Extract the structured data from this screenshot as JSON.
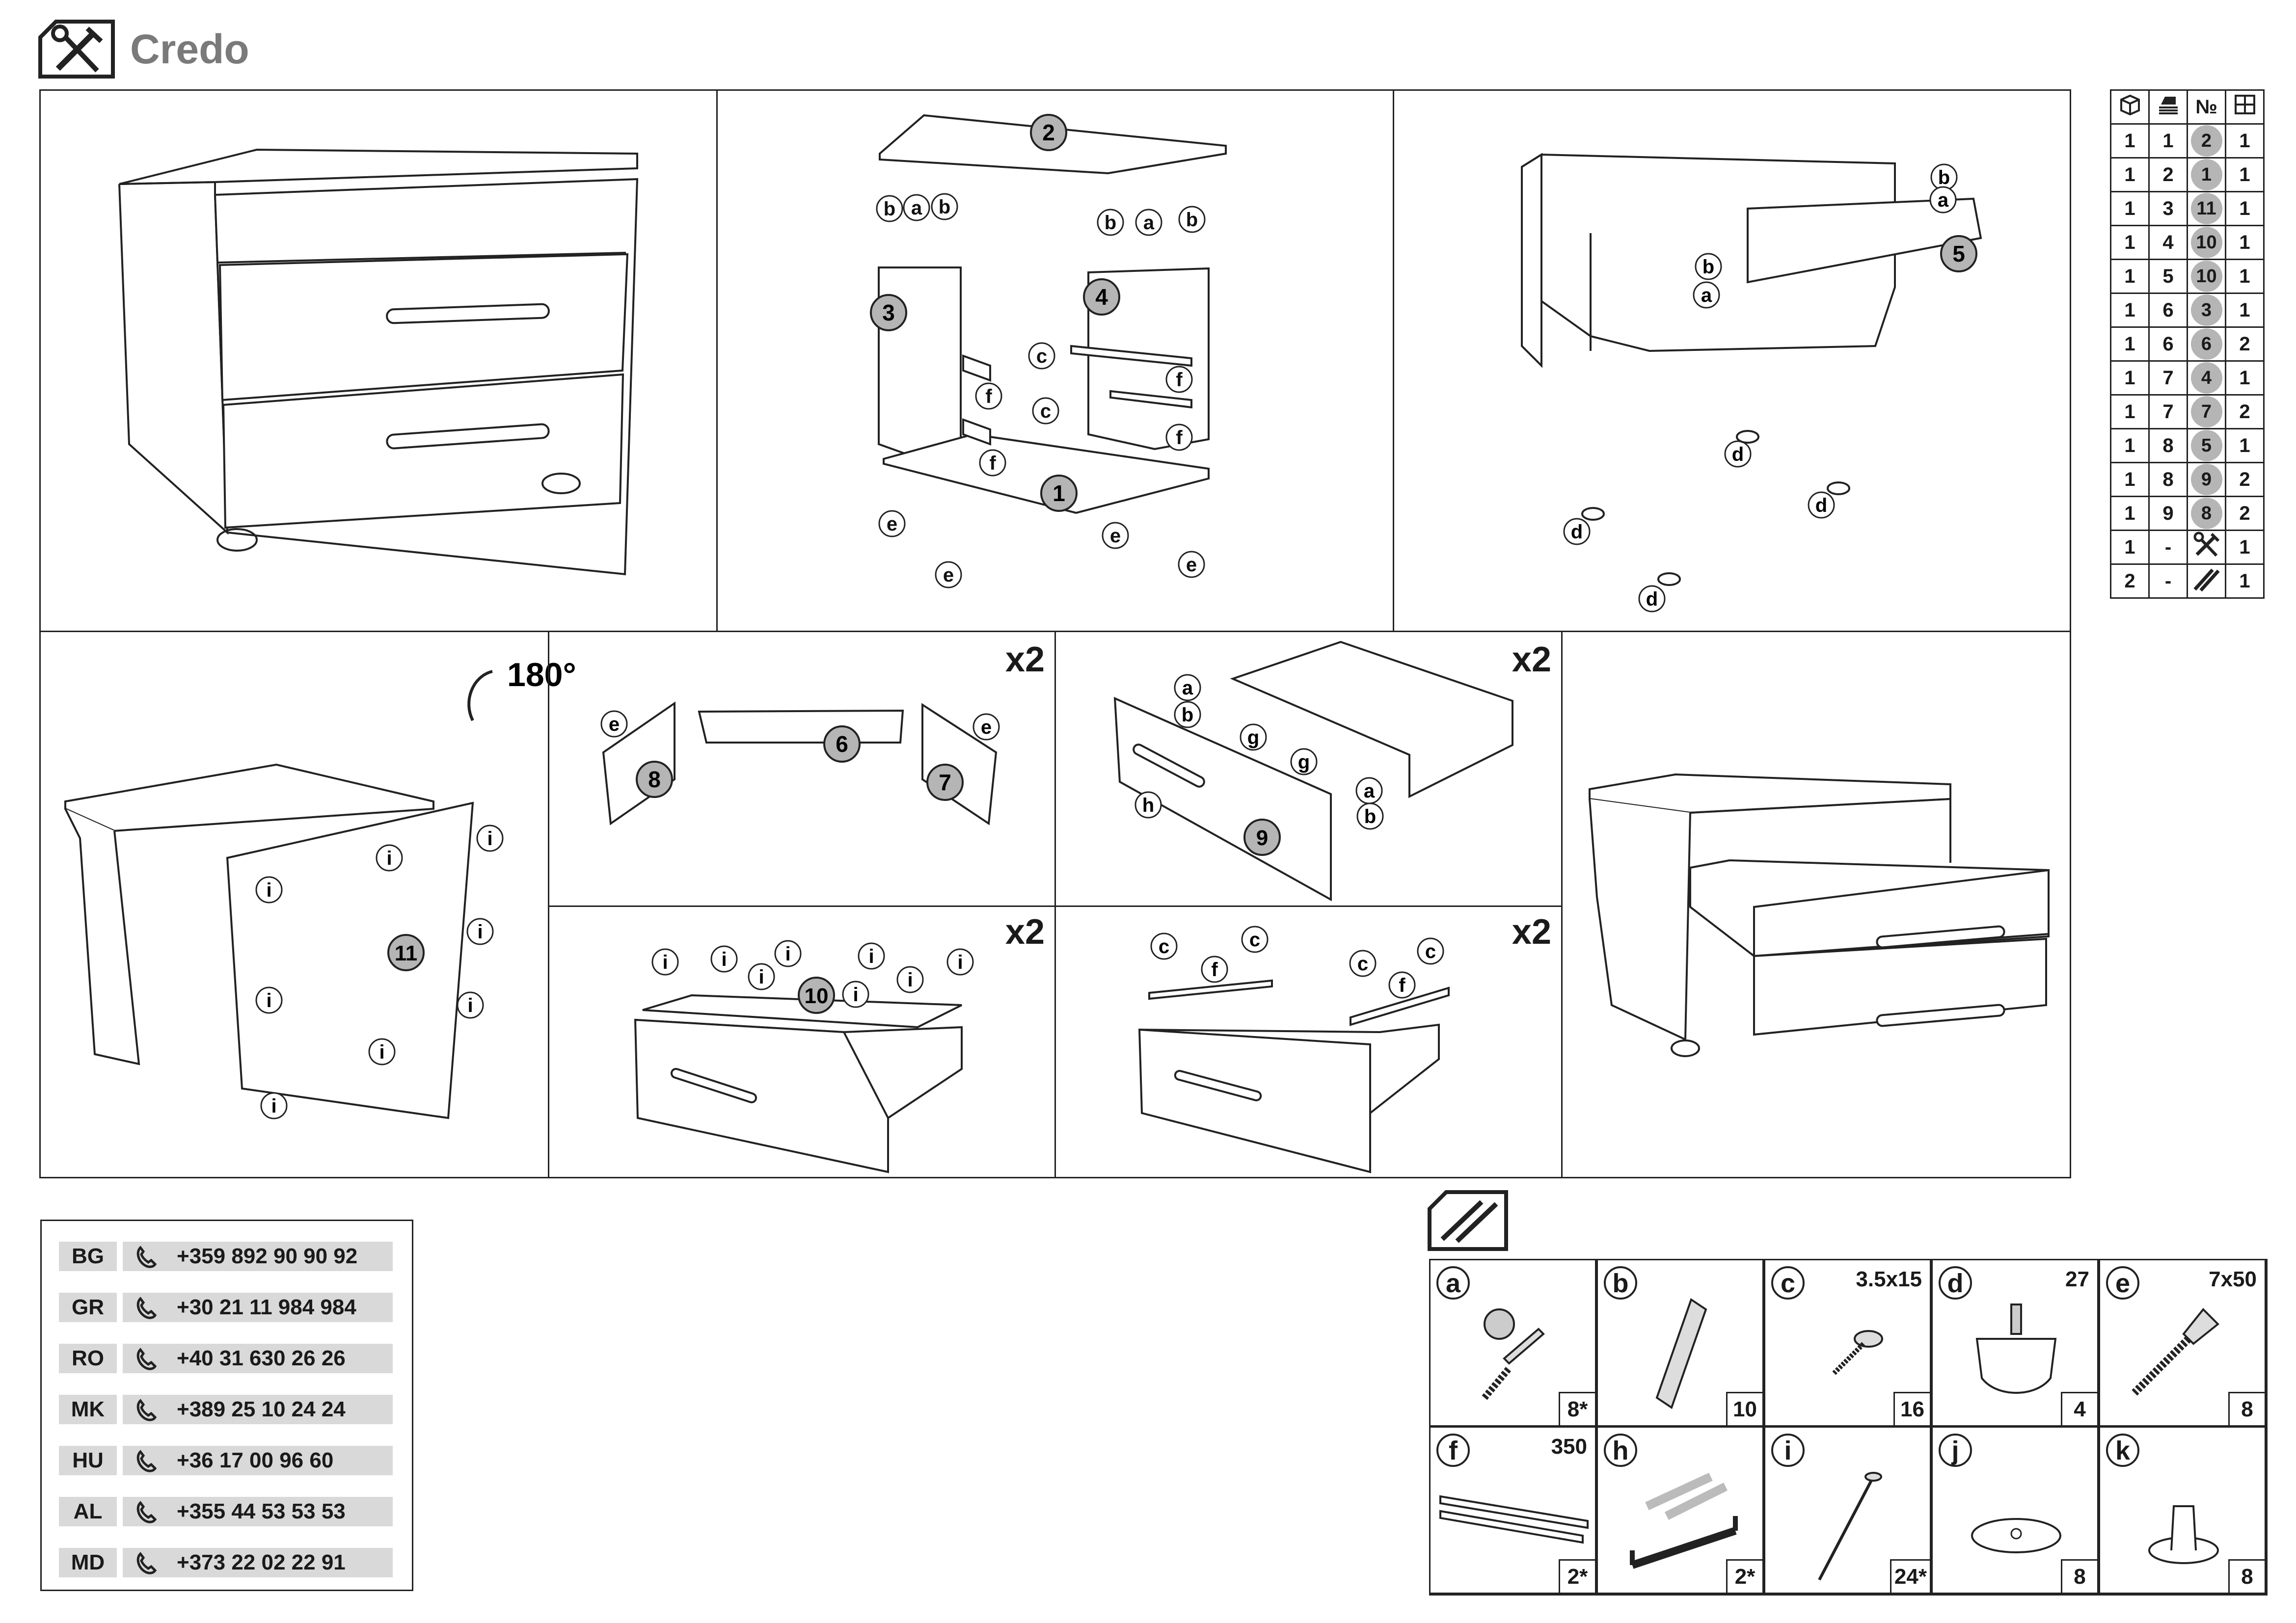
{
  "header": {
    "title": "Credo"
  },
  "panels": {
    "p2_labels": [
      "2",
      "3",
      "4",
      "1",
      "b",
      "a",
      "b",
      "b",
      "a",
      "b",
      "c",
      "c",
      "f",
      "f",
      "f",
      "f",
      "e",
      "e",
      "e",
      "e"
    ],
    "p3_labels": [
      "5",
      "b",
      "a",
      "b",
      "a",
      "d",
      "d",
      "d",
      "d"
    ],
    "p4": {
      "rotation": "180°",
      "labels": [
        "11",
        "i"
      ]
    },
    "p5": {
      "multiplier": "x2",
      "labels": [
        "8",
        "6",
        "7",
        "e",
        "e"
      ]
    },
    "p6": {
      "multiplier": "x2",
      "labels": [
        "9",
        "a",
        "b",
        "g",
        "g",
        "h",
        "a",
        "b"
      ]
    },
    "p7": {
      "multiplier": "x2",
      "labels": [
        "10",
        "i"
      ]
    },
    "p8": {
      "multiplier": "x2",
      "labels": [
        "c",
        "f",
        "c",
        "c",
        "f",
        "c"
      ]
    }
  },
  "parts_table": {
    "headers": [
      "box-icon",
      "stack-icon",
      "№",
      "qty-icon"
    ],
    "num_header": "№",
    "rows": [
      [
        "1",
        "1",
        "2",
        "1"
      ],
      [
        "1",
        "2",
        "1",
        "1"
      ],
      [
        "1",
        "3",
        "11",
        "1"
      ],
      [
        "1",
        "4",
        "10",
        "1"
      ],
      [
        "1",
        "5",
        "10",
        "1"
      ],
      [
        "1",
        "6",
        "3",
        "1"
      ],
      [
        "1",
        "6",
        "6",
        "2"
      ],
      [
        "1",
        "7",
        "4",
        "1"
      ],
      [
        "1",
        "7",
        "7",
        "2"
      ],
      [
        "1",
        "8",
        "5",
        "1"
      ],
      [
        "1",
        "8",
        "9",
        "2"
      ],
      [
        "1",
        "9",
        "8",
        "2"
      ],
      [
        "1",
        "-",
        "tools-icon",
        "1"
      ],
      [
        "2",
        "-",
        "screws-icon",
        "1"
      ]
    ]
  },
  "phones": [
    {
      "code": "BG",
      "number": "+359 892 90 90 92"
    },
    {
      "code": "GR",
      "number": "+30 21 11 984 984"
    },
    {
      "code": "RO",
      "number": "+40 31 630 26 26"
    },
    {
      "code": "MK",
      "number": "+389 25 10 24 24"
    },
    {
      "code": "HU",
      "number": "+36 17 00 96 60"
    },
    {
      "code": "AL",
      "number": "+355 44 53 53 53"
    },
    {
      "code": "MD",
      "number": "+373 22 02 22 91"
    }
  ],
  "hardware": [
    {
      "letter": "a",
      "size": "",
      "qty": "8*"
    },
    {
      "letter": "b",
      "size": "",
      "qty": "10"
    },
    {
      "letter": "c",
      "size": "3.5x15",
      "qty": "16"
    },
    {
      "letter": "d",
      "size": "27",
      "qty": "4"
    },
    {
      "letter": "e",
      "size": "7x50",
      "qty": "8"
    },
    {
      "letter": "f",
      "size": "350",
      "qty": "2*"
    },
    {
      "letter": "h",
      "size": "",
      "qty": "2*"
    },
    {
      "letter": "i",
      "size": "",
      "qty": "24*"
    },
    {
      "letter": "j",
      "size": "",
      "qty": "8"
    },
    {
      "letter": "k",
      "size": "",
      "qty": "8"
    }
  ]
}
